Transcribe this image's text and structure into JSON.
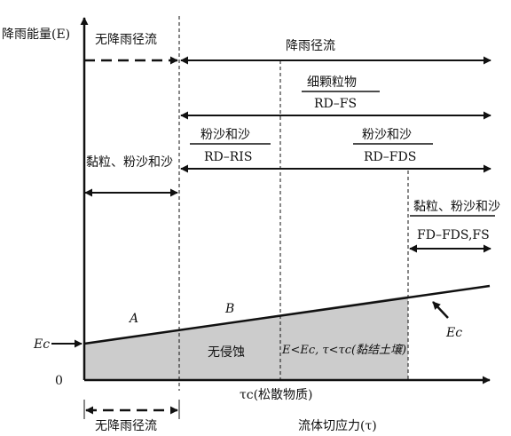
{
  "axes": {
    "y_label": "降雨能量(E)",
    "x_label": "流体切应力(τ)",
    "origin_label": "0",
    "tc_label": "τc(松散物质)"
  },
  "labels": {
    "no_runoff_top": "无降雨径流",
    "no_runoff_bottom": "无降雨径流",
    "rain_runoff": "降雨径流",
    "fine_particles": "细颗粒物",
    "rd_fs": "RD–FS",
    "silt_sand_1": "粉沙和沙",
    "rd_ris": "RD–RIS",
    "silt_sand_2": "粉沙和沙",
    "rd_fds": "RD–FDS",
    "clay_silt_sand_left": "黏粒、粉沙和沙",
    "clay_silt_sand_right": "黏粒、粉沙和沙",
    "fd_fds_fs": "FD–FDS,FS",
    "region_a": "A",
    "region_b": "B",
    "no_erosion": "无侵蚀",
    "cohesive_condition": "E<Ec, τ<τc(黏结土壤)",
    "ec_left": "Ec",
    "ec_right": "Ec"
  }
}
